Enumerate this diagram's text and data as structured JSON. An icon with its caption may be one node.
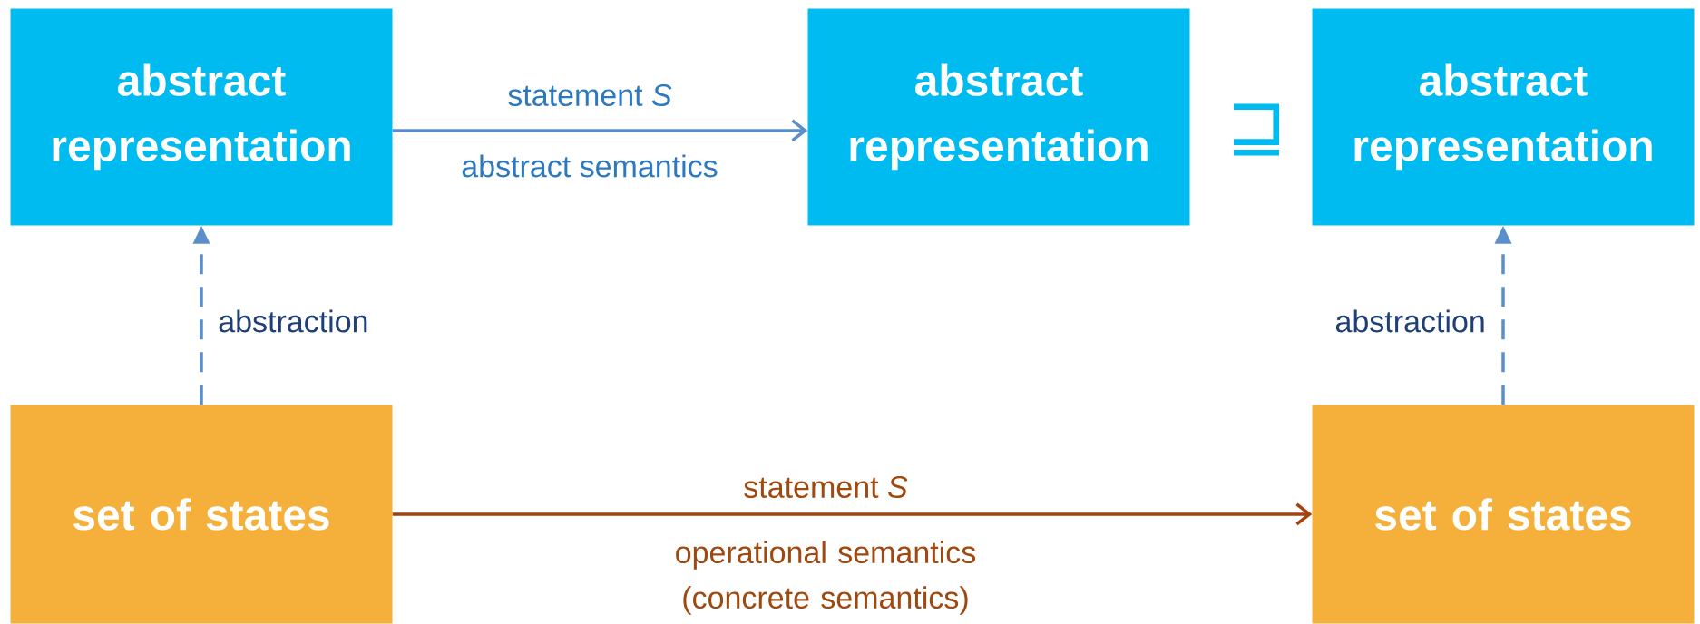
{
  "diagram": {
    "nodes": [
      {
        "text": [
          "abstract representation"
        ]
      },
      {
        "text": [
          "abstract representation"
        ]
      },
      {
        "text": [
          "abstract representation"
        ]
      },
      {
        "text": [
          "set of states"
        ]
      },
      {
        "text": [
          "set of states"
        ]
      }
    ],
    "edges": [
      {
        "from": 0,
        "to": 1,
        "arrow": "to",
        "label": "statement *S*"
      },
      {
        "from": 3,
        "to": 0,
        "arrow": "to",
        "style": "dashed",
        "label": "abstraction"
      },
      {
        "from": 4,
        "to": 2,
        "arrow": "to",
        "style": "dashed",
        "label": "abstraction"
      },
      {
        "from": 3,
        "to": 4,
        "arrow": "to",
        "color": "#a4420c",
        "label": "statement *S*"
      }
    ],
    "labels": [
      "abstract semantics",
      "⊒",
      "operational semantics (concrete semantics)"
    ]
  }
}
